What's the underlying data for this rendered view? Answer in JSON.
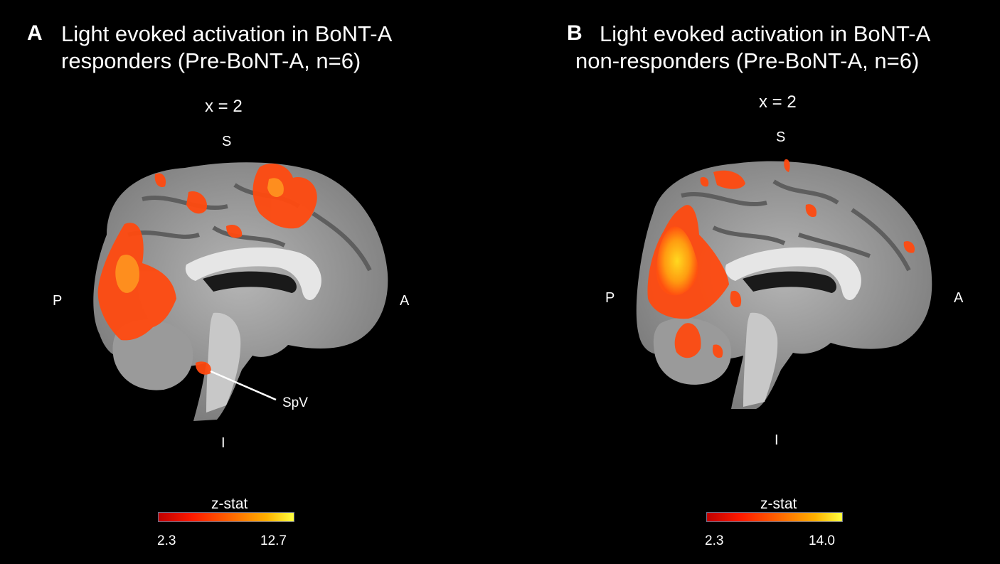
{
  "panels": [
    {
      "letter": "A",
      "title_line1": "Light evoked activation in BoNT-A",
      "title_line2": "responders (Pre-BoNT-A, n=6)",
      "slice_label": "x = 2",
      "orientation": {
        "superior": "S",
        "inferior": "I",
        "posterior": "P",
        "anterior": "A"
      },
      "annotation": "SpV",
      "colorbar": {
        "label": "z-stat",
        "min": "2.3",
        "max": "12.7"
      }
    },
    {
      "letter": "B",
      "title_line1": "Light evoked activation in BoNT-A",
      "title_line2": "non-responders (Pre-BoNT-A, n=6)",
      "slice_label": "x = 2",
      "orientation": {
        "superior": "S",
        "inferior": "I",
        "posterior": "P",
        "anterior": "A"
      },
      "colorbar": {
        "label": "z-stat",
        "min": "2.3",
        "max": "14.0"
      }
    }
  ],
  "colors": {
    "background": "#000000",
    "brain_gray": "#8c8c8c",
    "activation_low": "#e02000",
    "activation_mid": "#ff6a00",
    "activation_high": "#ffe020"
  }
}
